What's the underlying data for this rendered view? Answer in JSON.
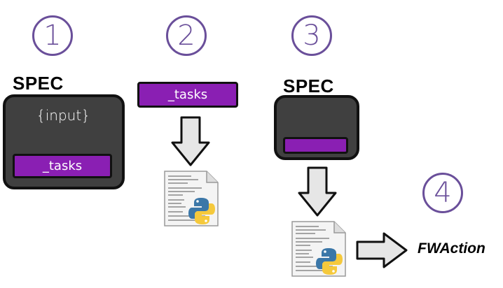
{
  "steps": [
    "1",
    "2",
    "3",
    "4"
  ],
  "spec_label": "SPEC",
  "input_label": "{input}",
  "tasks_label": "_tasks",
  "output_label": "FWAction",
  "icons": {
    "arrow": "down-arrow-icon",
    "script": "python-script-icon",
    "right_arrow": "right-arrow-icon"
  },
  "colors": {
    "circle": "#6a4f9a",
    "spec_box": "#404040",
    "tasks_bar": "#8a1fb3",
    "arrow_fill": "#e6e6e6"
  }
}
